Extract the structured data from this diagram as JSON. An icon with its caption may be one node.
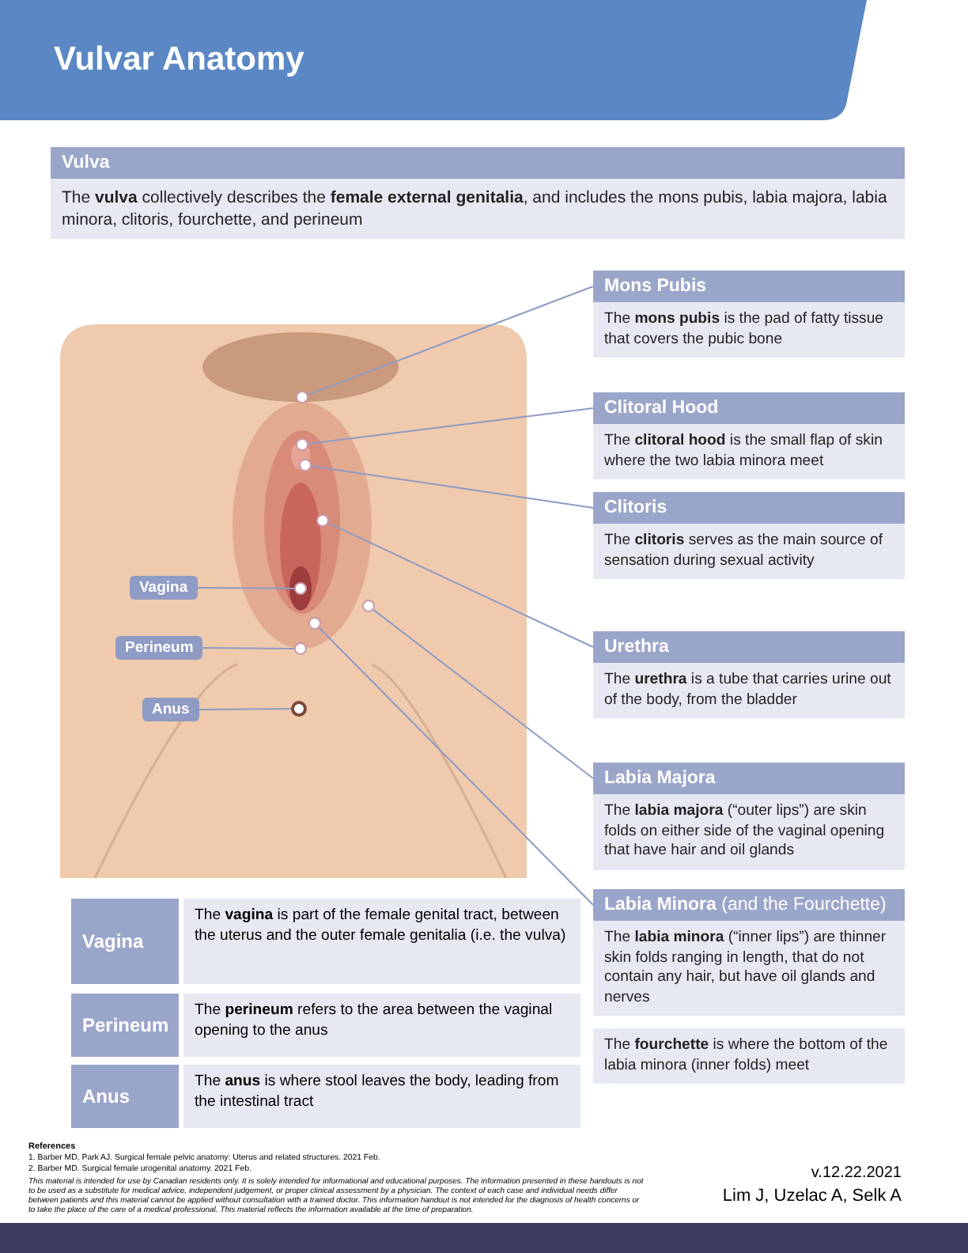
{
  "diagram": {
    "title": "Vulvar Anatomy",
    "nodes": [
      {
        "text": [
          "Vulva",
          "The **vulva** collectively describes the **female external genitalia**, and includes the mons pubis, labia majora, labia minora, clitoris, fourchette, and perineum"
        ]
      },
      {
        "text": [
          "Mons Pubis",
          "The **mons pubis** is the pad of fatty tissue that covers the pubic bone"
        ]
      },
      {
        "text": [
          "Clitoral Hood",
          "The **clitoral hood** is the small flap of skin where the two labia minora meet"
        ]
      },
      {
        "text": [
          "Clitoris",
          "The **clitoris** serves as the main source of sensation during sexual activity"
        ]
      },
      {
        "text": [
          "Urethra",
          "The **urethra** is a tube that carries urine out of the body, from the bladder"
        ]
      },
      {
        "text": [
          "Labia Majora",
          "The **labia majora** (“outer lips”) are skin folds on either side of the vaginal opening that have hair and oil glands"
        ]
      },
      {
        "text": [
          "**Labia Minora** (and the Fourchette)",
          "The **labia minora** (“inner lips”) are thinner skin folds ranging in length, that do not contain any hair, but have oil glands and nerves"
        ]
      },
      {
        "text": [
          "The **fourchette** is where the bottom of the labia minora (inner folds) meet"
        ]
      },
      {
        "text": [
          "Vagina"
        ]
      },
      {
        "text": [
          "Perineum"
        ]
      },
      {
        "text": [
          "Anus"
        ]
      },
      {
        "text": [
          "Vagina",
          "The **vagina** is part of the female genital tract, between the uterus and the outer female genitalia (i.e. the vulva)"
        ]
      },
      {
        "text": [
          "Perineum",
          "The **perineum** refers to the area between the vaginal opening to the anus"
        ]
      },
      {
        "text": [
          "Anus",
          "The **anus** is where stool leaves the body, leading from the intestinal tract"
        ]
      },
      {
        "text": [],
        "shape": "circle"
      },
      {
        "text": [],
        "shape": "circle"
      },
      {
        "text": [],
        "shape": "circle"
      },
      {
        "text": [],
        "shape": "circle"
      },
      {
        "text": [],
        "shape": "circle"
      },
      {
        "text": [],
        "shape": "circle"
      },
      {
        "text": [],
        "shape": "circle"
      },
      {
        "text": [],
        "shape": "circle"
      },
      {
        "text": [],
        "shape": "circle"
      }
    ],
    "edges": [
      {
        "from": 1,
        "to": 14,
        "arrow": "none"
      },
      {
        "from": 2,
        "to": 15,
        "arrow": "none"
      },
      {
        "from": 3,
        "to": 16,
        "arrow": "none"
      },
      {
        "from": 4,
        "to": 17,
        "arrow": "none"
      },
      {
        "from": 5,
        "to": 19,
        "arrow": "none"
      },
      {
        "from": 6,
        "to": 20,
        "arrow": "none"
      },
      {
        "from": 8,
        "to": 18,
        "arrow": "none"
      },
      {
        "from": 9,
        "to": 21,
        "arrow": "none"
      },
      {
        "from": 10,
        "to": 22,
        "arrow": "none"
      }
    ],
    "labels": [
      "References",
      "1. Barber MD, Park AJ. Surgical female pelvic anatomy: Uterus and related structures. 2021 Feb.",
      "2. Barber MD. Surgical female urogenital anatomy. 2021 Feb.",
      "This material is intended for use by Canadian residents only. It is solely intended for informational and educational purposes. The information presented in these handouts is not to be used as a substitute for medical advice, independent judgement, or proper clinical assessment by a physician. The context of each case and individual needs differ between patients and this material cannot be applied without consultation with a trained doctor. This information handout is not intended for the diagnosis of health concerns or to take the place of the care of a medical professional. This material reflects the information available at the time of preparation.",
      "v.12.22.2021",
      "Lim J, Uzelac A, Selk A"
    ]
  }
}
